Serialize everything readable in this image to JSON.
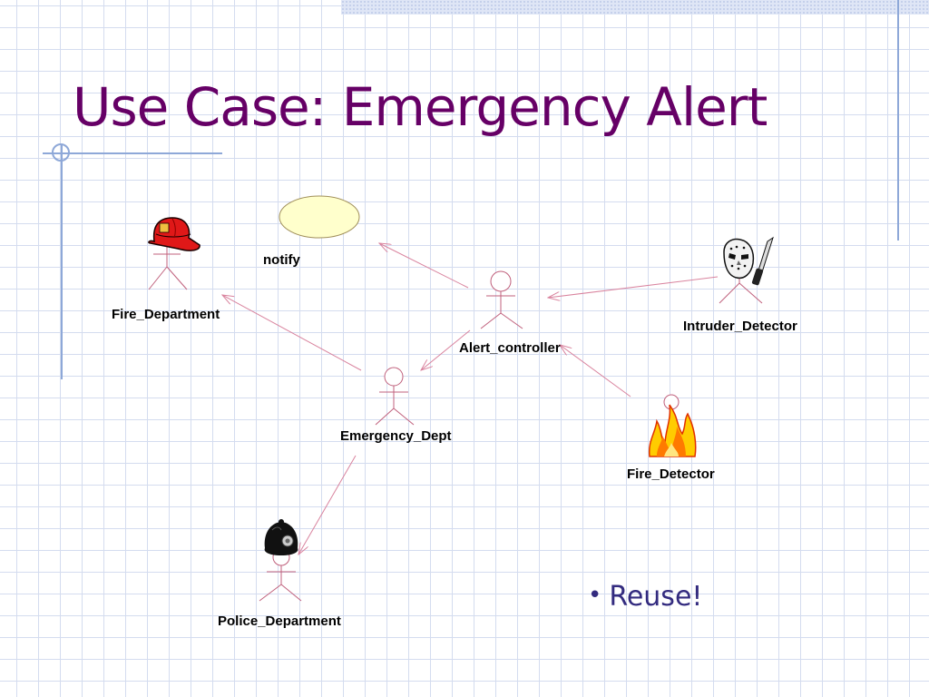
{
  "slide": {
    "title": "Use Case: Emergency Alert"
  },
  "diagram": {
    "use_case": {
      "label": "notify"
    },
    "actors": [
      {
        "id": "fire_department",
        "label": "Fire_Department",
        "icon": "fire-helmet-icon"
      },
      {
        "id": "alert_controller",
        "label": "Alert_controller",
        "icon": "stick-figure-icon"
      },
      {
        "id": "intruder_detector",
        "label": "Intruder_Detector",
        "icon": "hockey-mask-knife-icon"
      },
      {
        "id": "emergency_dept",
        "label": "Emergency_Dept",
        "icon": "stick-figure-icon"
      },
      {
        "id": "fire_detector",
        "label": "Fire_Detector",
        "icon": "flame-icon"
      },
      {
        "id": "police_department",
        "label": "Police_Department",
        "icon": "police-helmet-icon"
      }
    ],
    "relationships": [
      {
        "from": "Alert_controller",
        "to": "notify"
      },
      {
        "from": "Intruder_Detector",
        "to": "Alert_controller"
      },
      {
        "from": "Fire_Detector",
        "to": "Alert_controller"
      },
      {
        "from": "Alert_controller",
        "to": "Emergency_Dept"
      },
      {
        "from": "Emergency_Dept",
        "to": "Fire_Department"
      },
      {
        "from": "Emergency_Dept",
        "to": "Police_Department"
      }
    ],
    "colors": {
      "arrow": "#d9839e",
      "actor_stroke": "#c0607c",
      "use_case_fill": "#ffffcc",
      "title": "#660066",
      "bullet": "#332b7f"
    }
  },
  "bullets": [
    "Reuse!"
  ]
}
